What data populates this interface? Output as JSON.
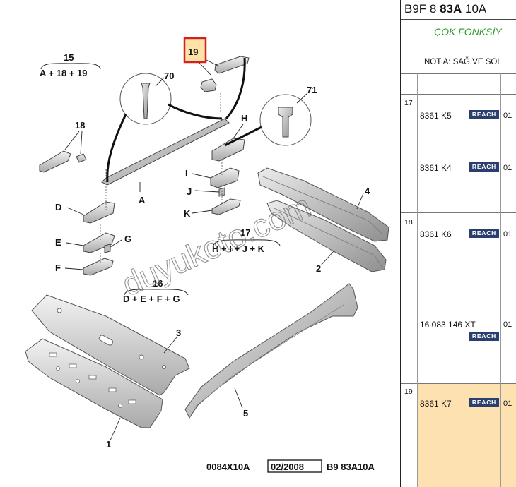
{
  "diagram": {
    "part_labels": {
      "p15": "15",
      "p19": "19",
      "p70": "70",
      "p71": "71",
      "p18": "18",
      "pA": "A",
      "pH": "H",
      "pI": "I",
      "pJ": "J",
      "pK": "K",
      "pD": "D",
      "pE": "E",
      "pF": "F",
      "pG": "G",
      "p4": "4",
      "p17": "17",
      "p2": "2",
      "p16": "16",
      "p3": "3",
      "p5": "5",
      "p1": "1"
    },
    "groups": {
      "g15": "A + 18 + 19",
      "g17": "H + I + J + K",
      "g16": "D + E + F + G"
    },
    "watermark": "duyukoto.com",
    "footer": {
      "drawing_code": "0084X10A",
      "date": "02/2008",
      "section": "B9 83A10A"
    },
    "highlight_color": "#d62020"
  },
  "panel": {
    "ref_prefix": "B9F 8",
    "ref_bold": "83A",
    "ref_suffix": "10A",
    "description": "ÇOK FONKSİY",
    "note": "NOT A: SAĞ VE SOL",
    "badge_color": "#2b3f6e",
    "highlight_row_color": "#fde1b0",
    "rows": [
      {
        "num": "17",
        "items": [
          {
            "part": "8361 K5",
            "badge": "REACH",
            "qty": "01"
          },
          {
            "part": "8361 K4",
            "badge": "REACH",
            "qty": "01"
          }
        ]
      },
      {
        "num": "18",
        "items": [
          {
            "part": "8361 K6",
            "badge": "REACH",
            "qty": "01"
          },
          {
            "part": "16 083 146 XT",
            "badge": "REACH",
            "qty": "01"
          }
        ]
      },
      {
        "num": "19",
        "items": [
          {
            "part": "8361 K7",
            "badge": "REACH",
            "qty": "01"
          }
        ]
      }
    ]
  }
}
